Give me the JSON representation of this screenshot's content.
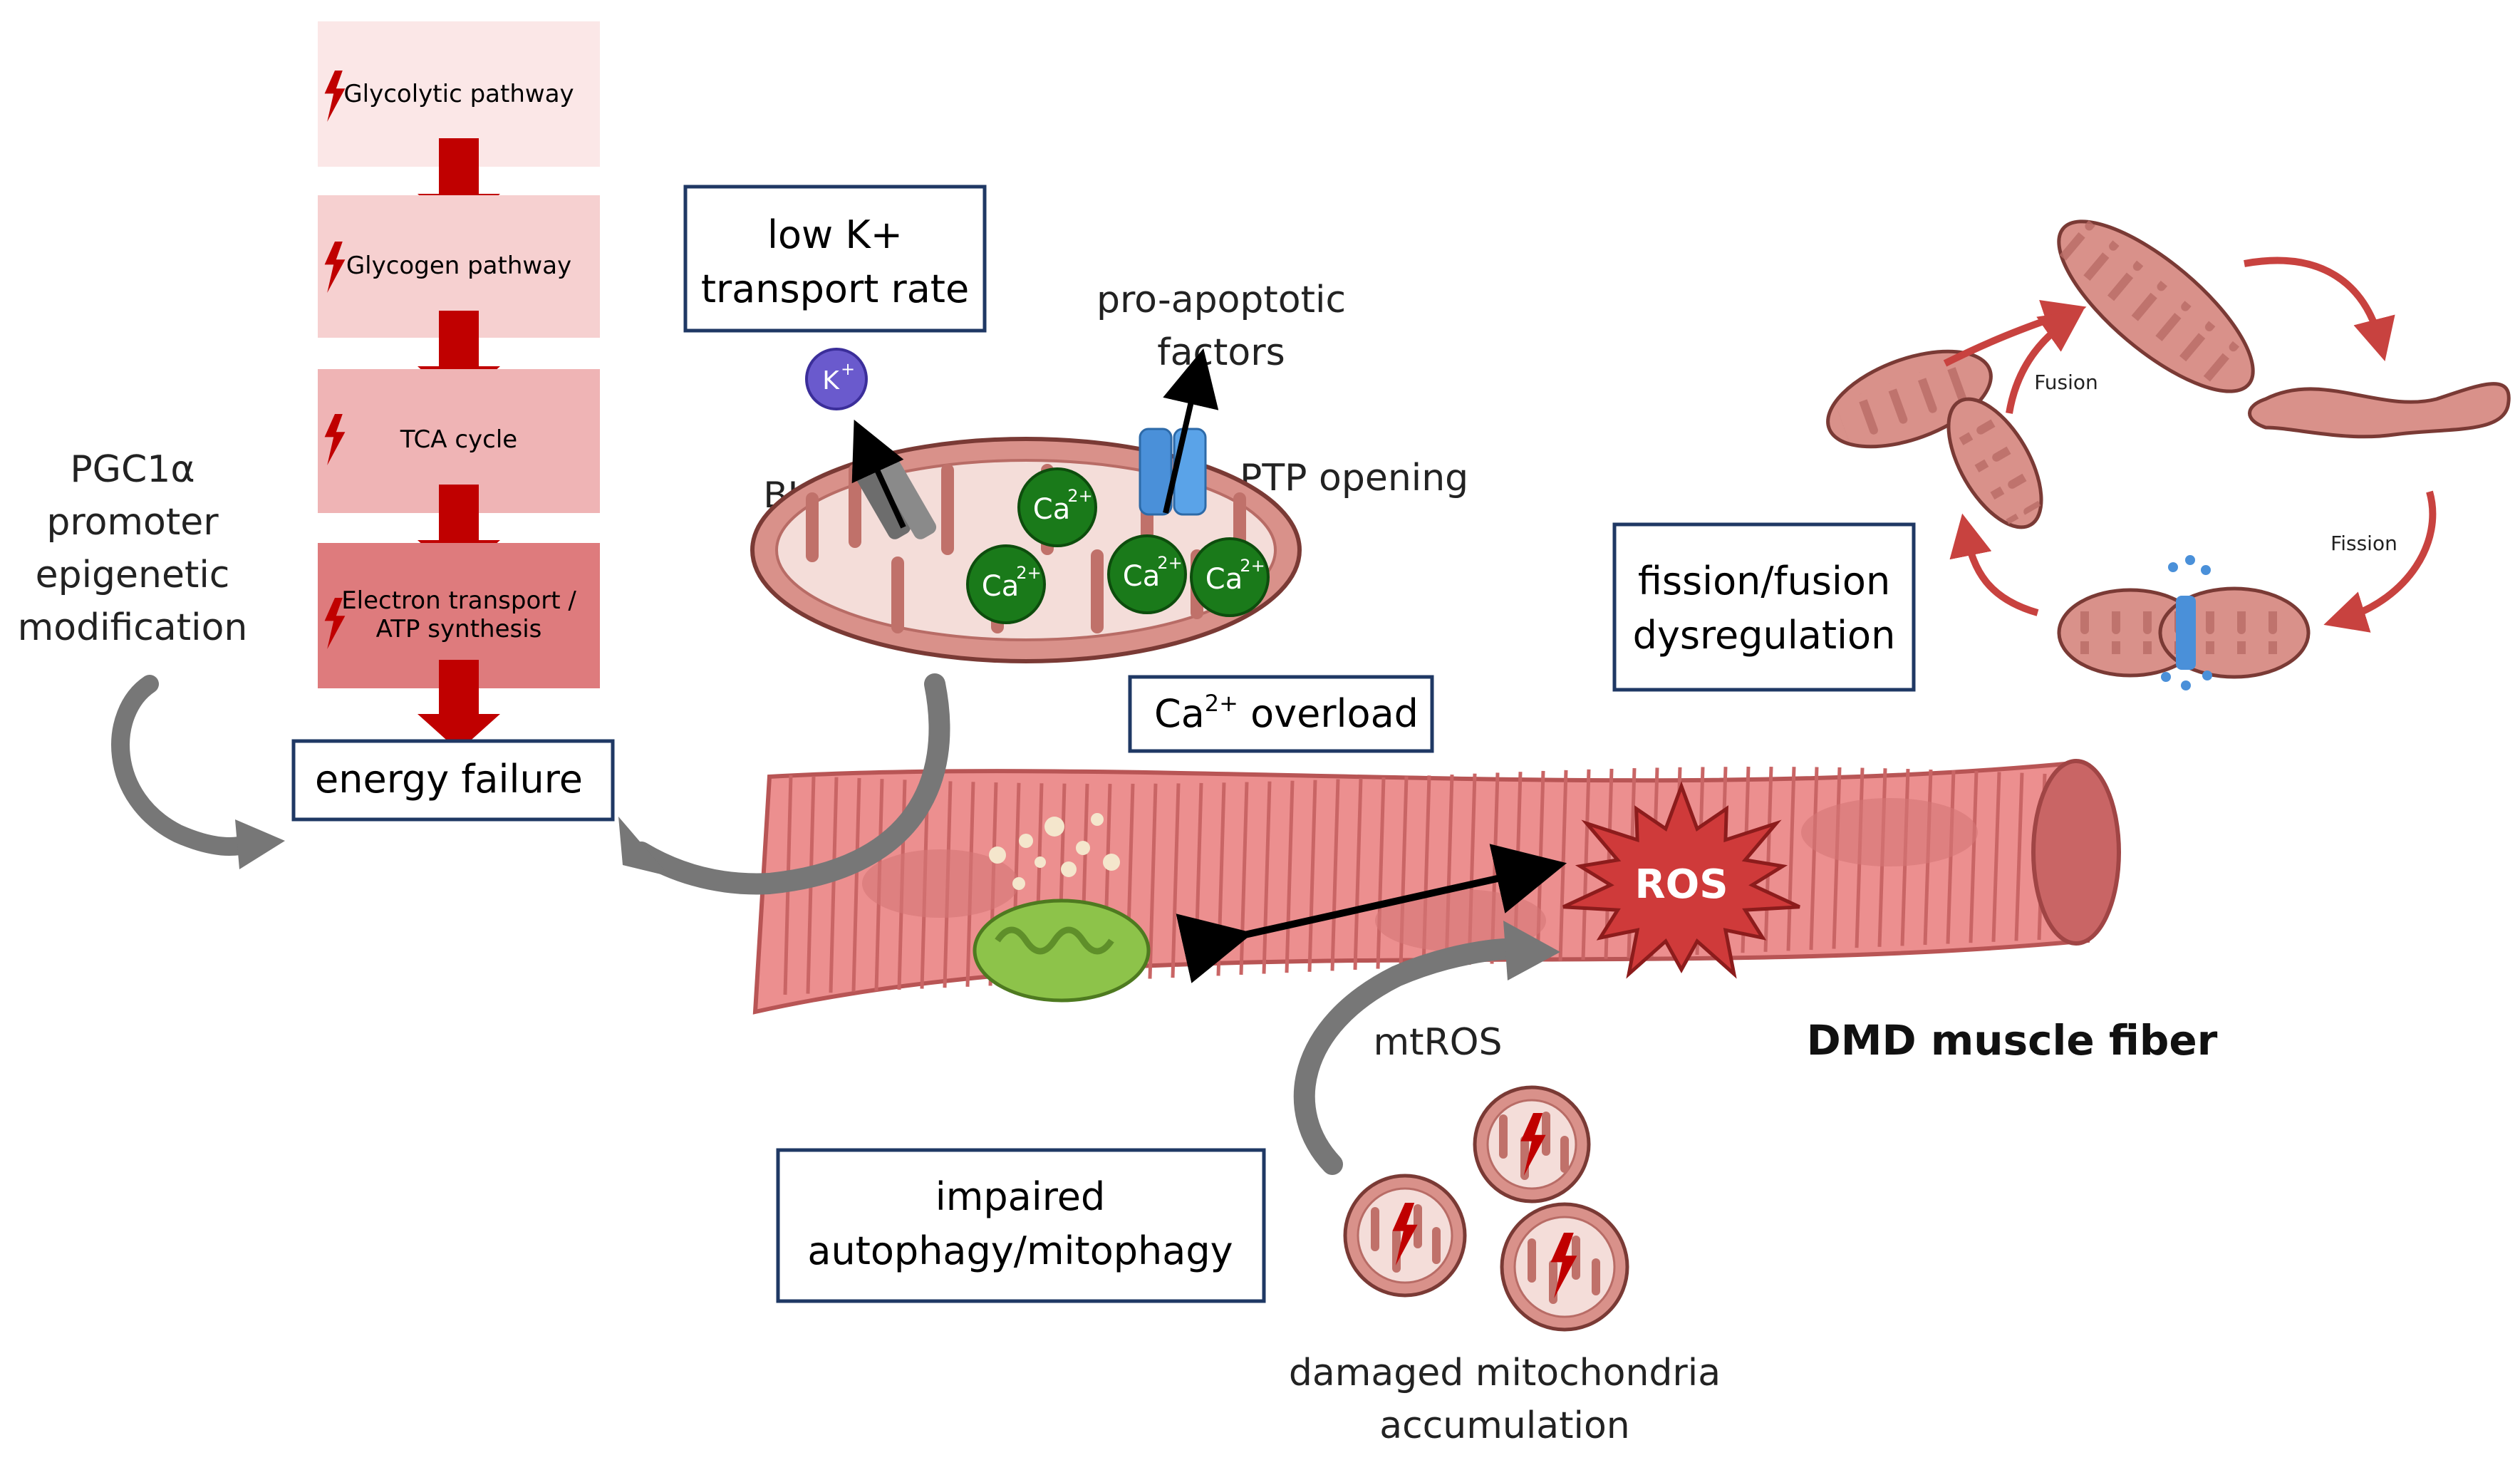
{
  "pathway": {
    "steps": [
      {
        "label": "Glycolytic pathway",
        "color": "#fbe7e7"
      },
      {
        "label": "Glycogen pathway",
        "color": "#f6d0d0"
      },
      {
        "label": "TCA cycle",
        "color": "#efb4b5"
      },
      {
        "label_line1": "Electron transport /",
        "label_line2": "ATP synthesis",
        "color": "#de7b7d"
      }
    ],
    "arrow_color": "#c00000",
    "bolt_color": "#c00000"
  },
  "energy_failure": "energy failure",
  "pgc1a": {
    "line1": "PGC1α",
    "line2": "promoter",
    "line3": "epigenetic",
    "line4": "modification"
  },
  "low_k": {
    "line1": "low K+",
    "line2": "transport rate"
  },
  "k_ion": {
    "base": "K",
    "sup": "+"
  },
  "bkca": "BKca",
  "pro_apoptotic": {
    "line1": "pro-apoptotic",
    "line2": "factors"
  },
  "ptp_opening": "PTP opening",
  "calcium": {
    "base": "Ca",
    "sup": "2+"
  },
  "ca_overload": {
    "base": "Ca",
    "sup": "2+",
    "rest": " overload"
  },
  "fission_fusion": {
    "line1": "fission/fusion",
    "line2": "dysregulation"
  },
  "cycle": {
    "fusion": "Fusion",
    "fission": "Fission"
  },
  "ros": "ROS",
  "mtros": "mtROS",
  "fiber_label": "DMD muscle fiber",
  "impaired": {
    "line1": "impaired",
    "line2": "autophagy/mitophagy"
  },
  "damaged": {
    "line1": "damaged mitochondria",
    "line2": "accumulation"
  },
  "colors": {
    "box_border": "#1f3864",
    "fiber": "#ec8f8f",
    "mito": "#d9918a",
    "calcium": "#1a7a1a",
    "ros": "#cf3a3a",
    "grey_arrow": "#777777"
  }
}
